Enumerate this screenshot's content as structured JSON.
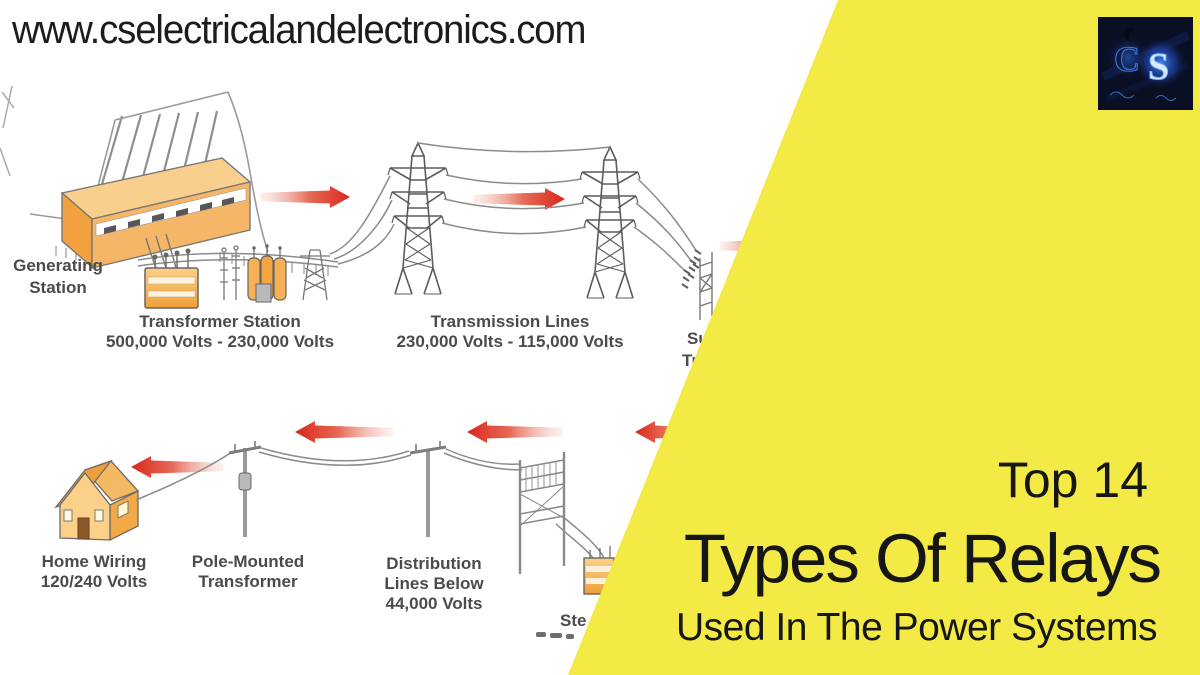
{
  "page": {
    "url_text": "www.cselectricalandelectronics.com"
  },
  "title": {
    "line1": "Top 14",
    "line2": "Types Of Relays",
    "line3": "Used In The Power Systems"
  },
  "logo": {
    "letter_c": "C",
    "letter_s": "S"
  },
  "diagram": {
    "generating_station": {
      "line1": "Generating",
      "line2": "Station"
    },
    "transformer_station": {
      "line1": "Transformer Station",
      "line2": "500,000 Volts - 230,000 Volts"
    },
    "transmission_lines": {
      "line1": "Transmission Lines",
      "line2": "230,000 Volts - 115,000 Volts"
    },
    "substation_partial": {
      "line1": "Su",
      "line2": "Tr"
    },
    "home_wiring": {
      "line1": "Home Wiring",
      "line2": "120/240 Volts"
    },
    "pole_mounted_transformer": {
      "line1": "Pole-Mounted",
      "line2": "Transformer"
    },
    "distribution_lines": {
      "line1": "Distribution",
      "line2": "Lines Below",
      "line3": "44,000 Volts"
    },
    "stepdown_partial": {
      "line1": "Ste"
    }
  },
  "colors": {
    "accent_yellow": "#f3ea45",
    "arrow_red": "#d9271b",
    "equipment_orange": "#f5a940",
    "label_gray": "#4b4b4b",
    "title_black": "#161616",
    "logo_navy": "#0a0f24",
    "logo_blue": "#4a86f0"
  }
}
